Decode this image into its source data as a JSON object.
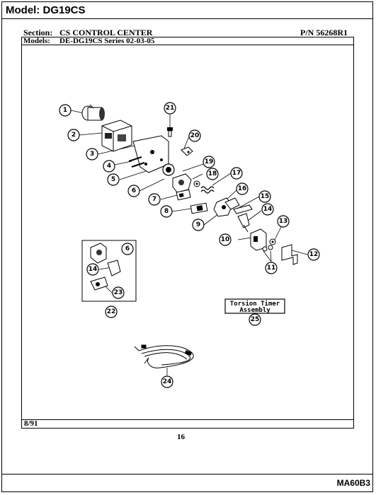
{
  "header": {
    "model_label": "Model:",
    "model_value": "DG19CS",
    "section_label": "Section:",
    "section_value": "CS CONTROL CENTER",
    "pn_label": "P/N",
    "pn_value": "56268R1",
    "models_label": "Models:",
    "models_value": "DE-DG19CS  Series 02-03-05"
  },
  "diagram": {
    "callouts": [
      "1",
      "2",
      "3",
      "4",
      "5",
      "6",
      "7",
      "8",
      "9",
      "10",
      "11",
      "12",
      "13",
      "14",
      "15",
      "16",
      "17",
      "18",
      "19",
      "20",
      "21",
      "6",
      "14",
      "23",
      "22",
      "24",
      "25"
    ],
    "torsion_label_line1": "Torsion Timer",
    "torsion_label_line2": "Assembly"
  },
  "footer": {
    "date": "8/91",
    "page_number": "16",
    "doc_code": "MA60B3"
  }
}
